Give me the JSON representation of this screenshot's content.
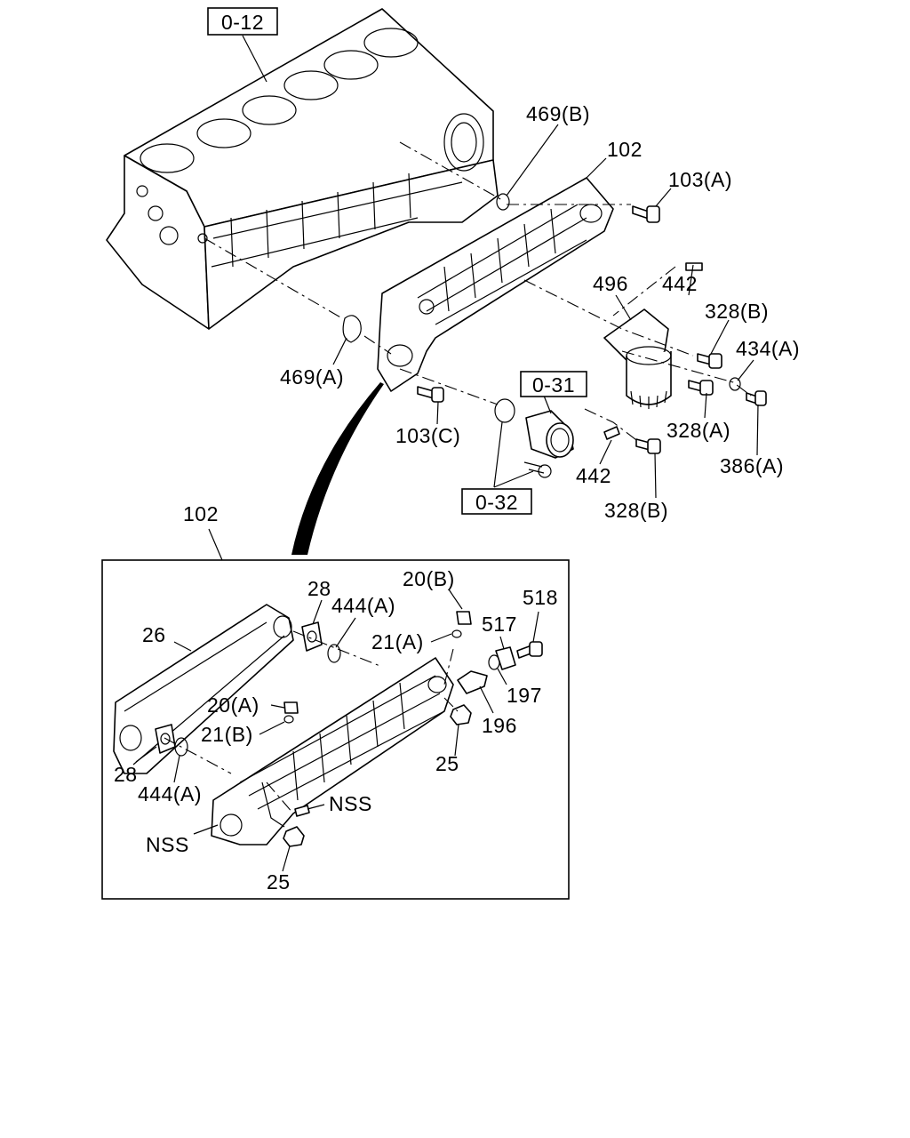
{
  "diagram": {
    "refs": {
      "cylinder_block": "0-12",
      "oil_filter_ref": "0-31",
      "water_outlet_ref": "0-32"
    },
    "labels": {
      "p469b": "469(B)",
      "p102_top": "102",
      "p103a": "103(A)",
      "p496": "496",
      "p442_top": "442",
      "p328b_top": "328(B)",
      "p434a": "434(A)",
      "p469a": "469(A)",
      "p103c": "103(C)",
      "p328a": "328(A)",
      "p442_bot": "442",
      "p386a": "386(A)",
      "p328b_bot": "328(B)",
      "p102_box": "102",
      "p28_top": "28",
      "p444a_top": "444(A)",
      "p20b": "20(B)",
      "p518": "518",
      "p26": "26",
      "p21a": "21(A)",
      "p517": "517",
      "p20a": "20(A)",
      "p197": "197",
      "p21b": "21(B)",
      "p196": "196",
      "p28_bot": "28",
      "p444a_bot": "444(A)",
      "p25_right": "25",
      "p_nss_right": "NSS",
      "p_nss_left": "NSS",
      "p25_bottom": "25"
    }
  }
}
